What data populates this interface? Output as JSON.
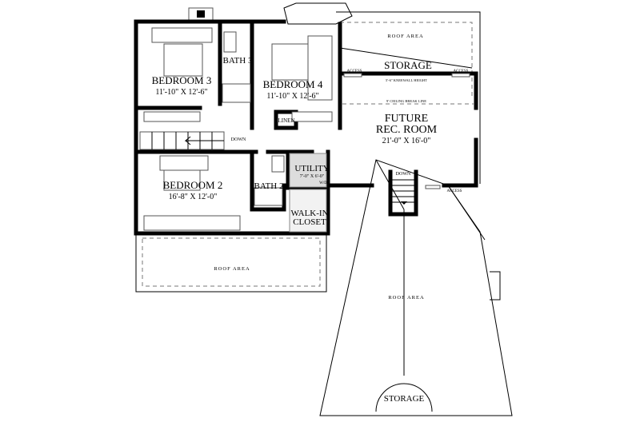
{
  "rooms": {
    "bedroom3": {
      "name": "BEDROOM 3",
      "size": "11'-10\" X 12'-6\""
    },
    "bath3": {
      "name": "BATH 3"
    },
    "bedroom4": {
      "name": "BEDROOM 4",
      "size": "11'-10\" X 12'-6\""
    },
    "linen": {
      "name": "LINEN"
    },
    "bedroom2": {
      "name": "BEDROOM 2",
      "size": "16'-8\" X 12'-0\""
    },
    "bath2": {
      "name": "BATH 2"
    },
    "utility": {
      "name": "UTILITY",
      "size": "7'-0\" X 6'-0\"",
      "wd": "W/D"
    },
    "walkin": {
      "line1": "WALK-IN",
      "line2": "CLOSET"
    },
    "rec": {
      "line1": "FUTURE",
      "line2": "REC. ROOM",
      "size": "21'-0\" X 16'-0\""
    },
    "storage_top": {
      "name": "STORAGE"
    },
    "storage_bottom": {
      "name": "STORAGE"
    }
  },
  "notes": {
    "roof_top": "ROOF AREA",
    "roof_left": "ROOF AREA",
    "roof_bottom": "ROOF AREA",
    "access_left": "ACCESS",
    "access_right": "ACCESS",
    "access_lower": "ACCESS",
    "kneewall": "5'-6\" KNEEWALL HEIGHT",
    "ceiling_break": "9' CEILING BREAK LINE",
    "down_main": "DOWN",
    "down_stair": "DOWN"
  }
}
